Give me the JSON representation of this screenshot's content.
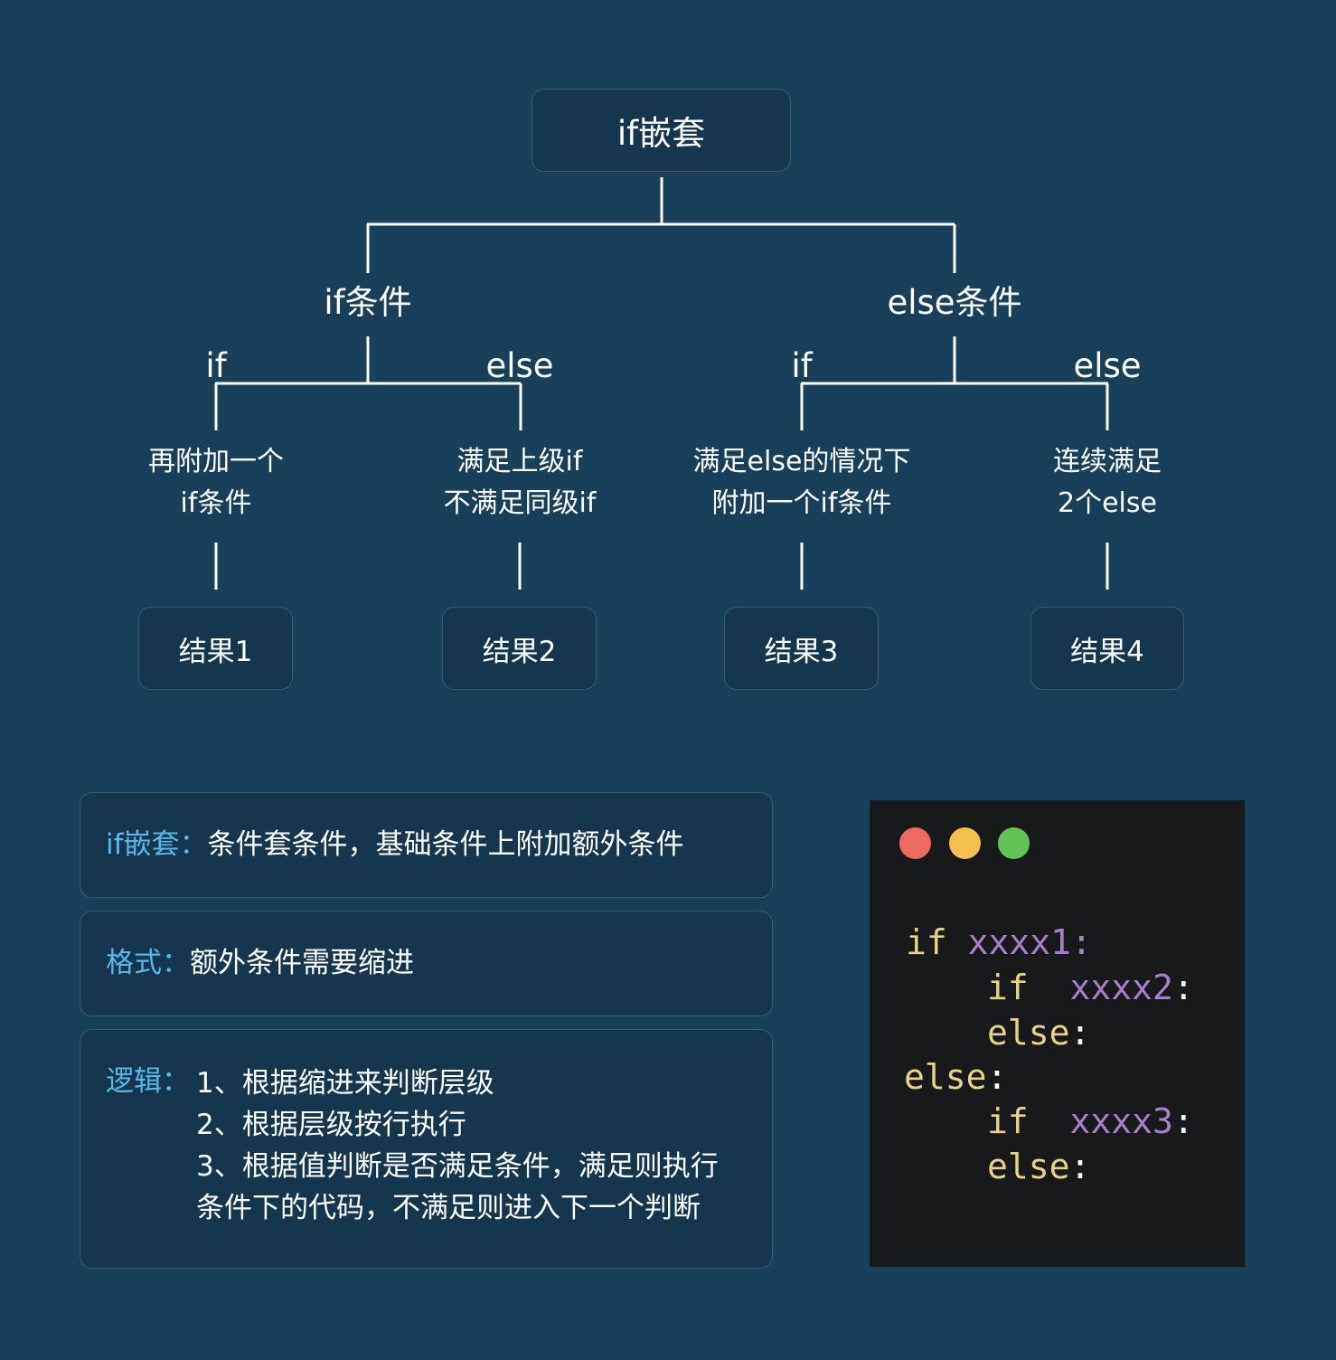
{
  "tree": {
    "root": "if嵌套",
    "left_branch": "if条件",
    "right_branch": "else条件",
    "left_if": "if",
    "left_else": "else",
    "right_if": "if",
    "right_else": "else",
    "leaves": [
      {
        "line1": "再附加一个",
        "line2": "if条件",
        "result": "结果1"
      },
      {
        "line1": "满足上级if",
        "line2": "不满足同级if",
        "result": "结果2"
      },
      {
        "line1": "满足else的情况下",
        "line2": "附加一个if条件",
        "result": "结果3"
      },
      {
        "line1": "连续满足",
        "line2": "2个else",
        "result": "结果4"
      }
    ]
  },
  "info": {
    "nesting_key": "if嵌套：",
    "nesting_text": "条件套条件，基础条件上附加额外条件",
    "format_key": "格式：",
    "format_text": "额外条件需要缩进",
    "logic_key": "逻辑：",
    "logic_lines": [
      "1、根据缩进来判断层级",
      "2、根据层级按行执行",
      "3、根据值判断是否满足条件，满足则执行",
      "条件下的代码，不满足则进入下一个判断"
    ]
  },
  "code": {
    "dot_colors": [
      "#ed6a5e",
      "#f5bf4f",
      "#61c554"
    ],
    "lines": [
      {
        "kw": "if",
        "var": "xxxx1",
        "punc": ":"
      },
      {
        "kw": "if",
        "var": "xxxx2",
        "punc": ":"
      },
      {
        "kw": "else",
        "var": "",
        "punc": ":"
      },
      {
        "kw": "else",
        "var": "",
        "punc": ":"
      },
      {
        "kw": "if",
        "var": "xxxx3",
        "punc": ":"
      },
      {
        "kw": "else",
        "var": "",
        "punc": ":"
      }
    ]
  },
  "colors": {
    "background": "#1a4059",
    "box": "#15364d",
    "box_border": "#3a5a70",
    "key_text": "#56b8e6",
    "code_bg": "#17191b",
    "code_keyword": "#e8d28a",
    "code_variable": "#a87fc6"
  }
}
